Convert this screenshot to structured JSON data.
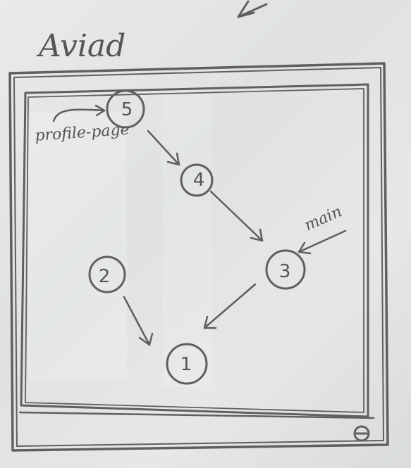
{
  "title": "Aviad",
  "nodes": [
    {
      "id": "n5",
      "label": "5"
    },
    {
      "id": "n4",
      "label": "4"
    },
    {
      "id": "n3",
      "label": "3"
    },
    {
      "id": "n2",
      "label": "2"
    },
    {
      "id": "n1",
      "label": "1"
    }
  ],
  "annotations": {
    "profile_page": "profile-page",
    "main": "main"
  },
  "corner_mark": "⊖",
  "ink_color": "#5f5f5f"
}
